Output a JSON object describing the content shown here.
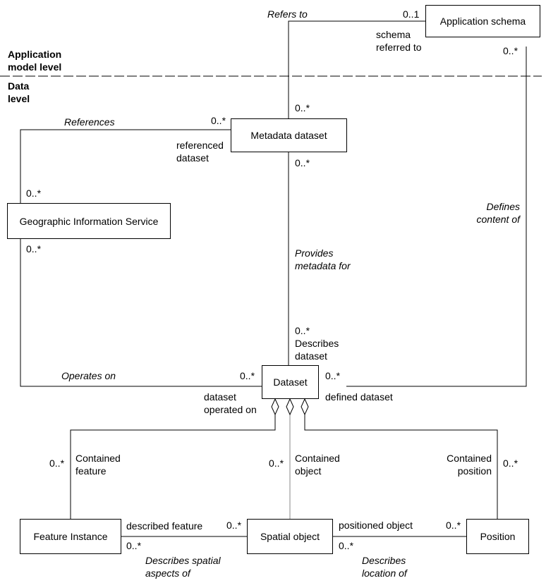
{
  "levels": {
    "application_model": [
      "Application",
      "model level"
    ],
    "data": [
      "Data",
      "level"
    ]
  },
  "boxes": {
    "application_schema": "Application schema",
    "metadata_dataset": "Metadata dataset",
    "geographic_information_service": "Geographic Information Service",
    "dataset": "Dataset",
    "feature_instance": "Feature Instance",
    "spatial_object": "Spatial object",
    "position": "Position"
  },
  "associations": {
    "refers_to": "Refers to",
    "references": "References",
    "defines_content_of": [
      "Defines",
      "content of"
    ],
    "provides_metadata_for": [
      "Provides",
      "metadata for"
    ],
    "operates_on": "Operates on",
    "describes_spatial_aspects_of": [
      "Describes spatial",
      "aspects of"
    ],
    "describes_location_of": [
      "Describes",
      "location of"
    ]
  },
  "roles": {
    "schema_referred_to": [
      "schema",
      "referred to"
    ],
    "referenced_dataset": [
      "referenced",
      "dataset"
    ],
    "describes_dataset": [
      "Describes",
      "dataset"
    ],
    "dataset_operated_on": [
      "dataset",
      "operated on"
    ],
    "defined_dataset": "defined dataset",
    "contained_feature": [
      "Contained",
      "feature"
    ],
    "contained_object": [
      "Contained",
      "object"
    ],
    "contained_position": [
      "Contained",
      "position"
    ],
    "described_feature": "described feature",
    "positioned_object": "positioned object"
  },
  "multiplicities": {
    "schema_refers": "0..1",
    "schema_defines": "0..*",
    "metadata_top": "0..*",
    "metadata_references": "0..*",
    "metadata_bottom": "0..*",
    "gis_top": "0..*",
    "gis_bottom": "0..*",
    "dataset_top": "0..*",
    "dataset_left": "0..*",
    "dataset_right": "0..*",
    "feature_contained": "0..*",
    "object_contained": "0..*",
    "position_contained": "0..*",
    "feature_describes": "0..*",
    "spatial_left": "0..*",
    "spatial_right": "0..*",
    "position_left": "0..*"
  }
}
